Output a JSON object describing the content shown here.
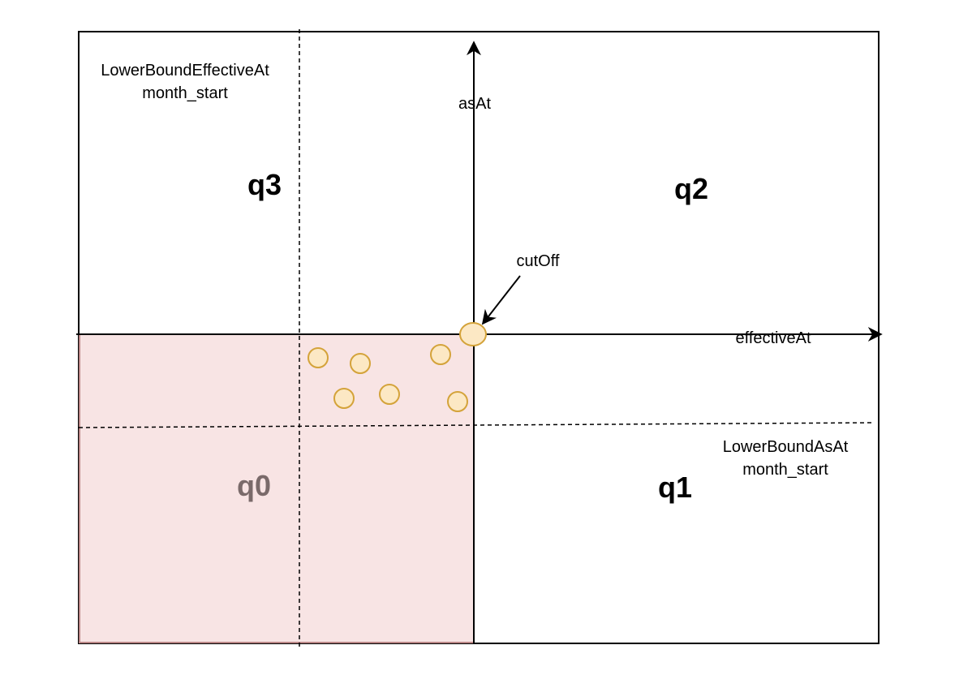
{
  "diagram": {
    "axes": {
      "x_label": "effectiveAt",
      "y_label": "asAt"
    },
    "cutoff_label": "cutOff",
    "lower_bound_effective": {
      "line1": "LowerBoundEffectiveAt",
      "line2": "month_start"
    },
    "lower_bound_asat": {
      "line1": "LowerBoundAsAt",
      "line2": "month_start"
    },
    "quadrants": {
      "q0": "q0",
      "q1": "q1",
      "q2": "q2",
      "q3": "q3"
    },
    "colors": {
      "q0_fill": "#f8e4e4",
      "q0_stroke": "#b98585",
      "q0_text": "#7a6a6a",
      "point_fill": "#fce8c4",
      "point_stroke": "#d4a33a",
      "line": "#000000"
    },
    "data_point_count": 6
  }
}
